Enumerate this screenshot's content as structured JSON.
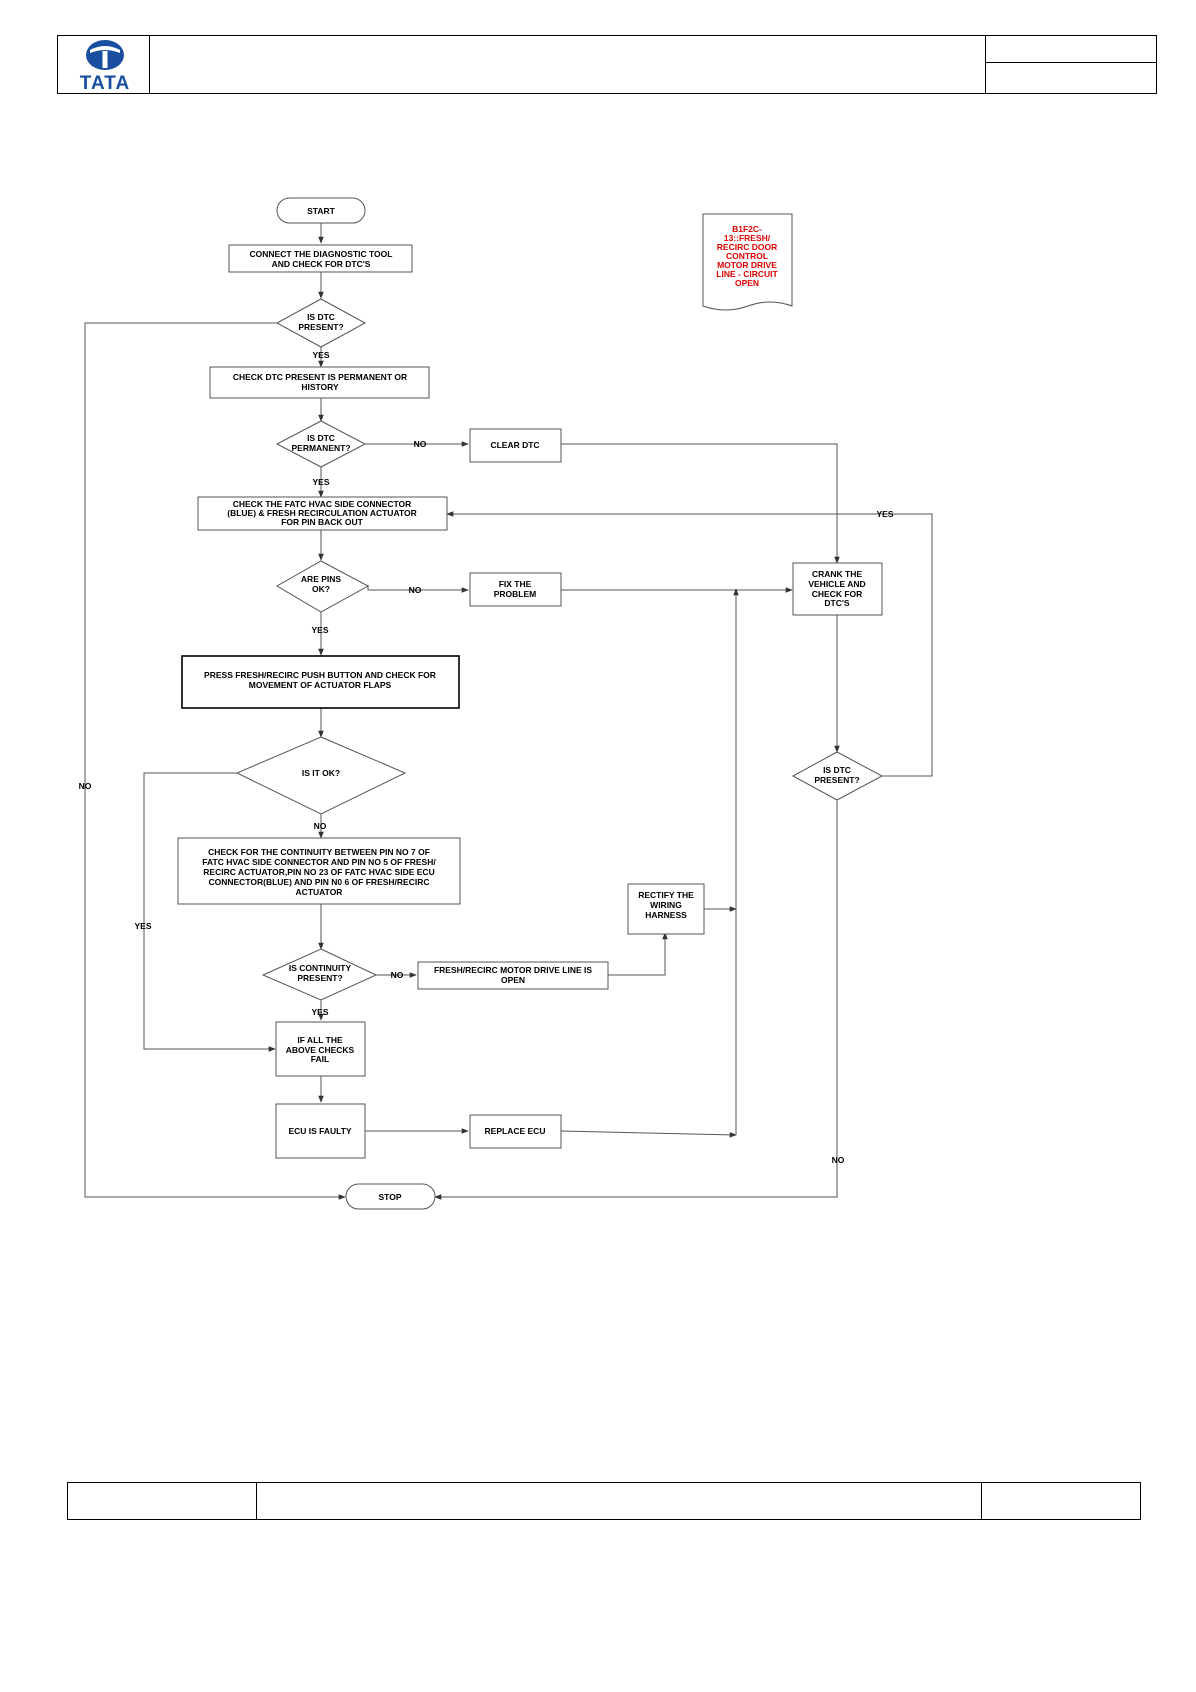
{
  "header": {
    "logo_text": "TATA",
    "brand_color": "#1a4fa0",
    "note_color": "#e00000"
  },
  "flowchart": {
    "start": "START",
    "connect": [
      "CONNECT THE DIAGNOSTIC TOOL",
      "AND CHECK FOR  DTC'S"
    ],
    "dtc_present_1": [
      "IS  DTC",
      "PRESENT?"
    ],
    "check_permanent": [
      "CHECK DTC  PRESENT IS PERMANENT OR",
      "HISTORY"
    ],
    "dtc_permanent": [
      "IS  DTC",
      "PERMANENT?"
    ],
    "clear_dtc": "CLEAR DTC",
    "check_connector": [
      "CHECK THE FATC HVAC SIDE CONNECTOR",
      "(BLUE) & FRESH RECIRCULATION ACTUATOR",
      "FOR PIN BACK OUT"
    ],
    "pins_ok": [
      "ARE PINS",
      "OK?"
    ],
    "fix_problem": [
      "FIX THE",
      "PROBLEM"
    ],
    "crank": [
      "CRANK THE",
      "VEHICLE AND",
      "CHECK FOR",
      "DTC'S"
    ],
    "press_button": [
      "PRESS FRESH/RECIRC PUSH BUTTON AND CHECK FOR",
      "MOVEMENT OF ACTUATOR FLAPS"
    ],
    "is_it_ok": "IS IT OK?",
    "dtc_present_2": [
      "IS  DTC",
      "PRESENT?"
    ],
    "continuity_check": [
      "CHECK FOR THE CONTINUITY BETWEEN PIN NO  7  OF",
      "FATC HVAC SIDE CONNECTOR AND PIN NO 5 OF FRESH/",
      "RECIRC ACTUATOR,PIN NO 23 OF FATC HVAC SIDE ECU",
      "CONNECTOR(BLUE) AND   PIN N0 6 OF FRESH/RECIRC",
      "ACTUATOR"
    ],
    "rectify": [
      "RECTIFY THE",
      "WIRING",
      "HARNESS"
    ],
    "continuity_present": [
      "IS CONTINUITY",
      "PRESENT?"
    ],
    "motor_line_open": [
      "FRESH/RECIRC MOTOR DRIVE LINE IS",
      "OPEN"
    ],
    "all_fail": [
      "IF ALL THE",
      "ABOVE CHECKS",
      "FAIL"
    ],
    "ecu_faulty": "ECU IS FAULTY",
    "replace_ecu": "REPLACE ECU",
    "stop": "STOP",
    "dtc_note": [
      "B1F2C-",
      "13::FRESH/",
      "RECIRC DOOR",
      "CONTROL",
      "MOTOR DRIVE",
      "LINE - CIRCUIT",
      "OPEN"
    ],
    "labels": {
      "yes_1": "YES",
      "no_permanent": "NO",
      "yes_2": "YES",
      "yes_loop": "YES",
      "no_pins": "NO",
      "yes_3": "YES",
      "no_left": "NO",
      "no_ok": "NO",
      "yes_left": "YES",
      "no_continuity": "NO",
      "yes_4": "YES",
      "no_bottom": "NO"
    }
  }
}
